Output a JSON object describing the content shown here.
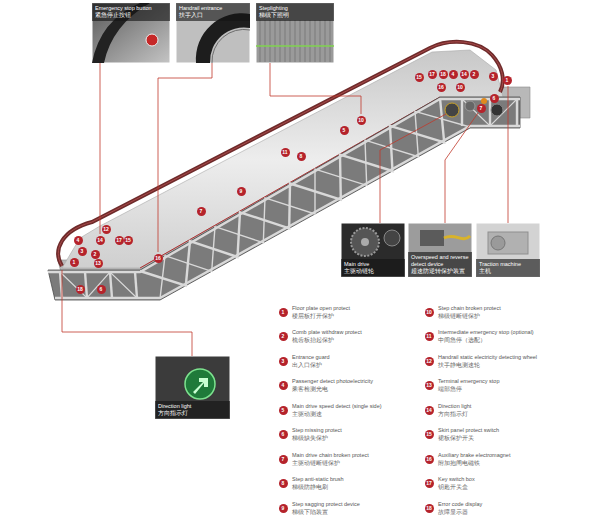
{
  "diagram": {
    "nodes": [
      {
        "text": [
          "Emergency stop button",
          "紧急停止按钮"
        ]
      },
      {
        "text": [
          "Handrail entrance",
          "扶手入口"
        ]
      },
      {
        "text": [
          "Steplighting",
          "梯级下照明"
        ]
      },
      {
        "text": [
          "Main drive",
          "主驱动链轮"
        ]
      },
      {
        "text": [
          "Overspeed and reverse detect device",
          "超速防逆转保护装置"
        ]
      },
      {
        "text": [
          "Traction machine",
          "主机"
        ]
      },
      {
        "text": [
          "Direction light",
          "方向指示灯"
        ]
      }
    ],
    "labels": [
      "1",
      "3",
      "2",
      "4",
      "14",
      "12",
      "17",
      "15",
      "13",
      "18",
      "6",
      "16",
      "7",
      "9",
      "11",
      "8",
      "5",
      "10",
      "15",
      "17",
      "18",
      "4",
      "14",
      "2",
      "3",
      "1",
      "16",
      "10",
      "6",
      "7",
      "1",
      "Floor plate open protect",
      "楼层板打开保护",
      "2",
      "Comb plate withdraw protect",
      "梳齿板抬起保护",
      "3",
      "Entrance guard",
      "出入口保护",
      "4",
      "Passenger detect photoelectricity",
      "乘客检测光电",
      "5",
      "Main drive speed detect (single side)",
      "主驱动测速",
      "6",
      "Step missing protect",
      "梯级缺失保护",
      "7",
      "Main drive chain broken protect",
      "主驱动链断链保护",
      "8",
      "Step anti-static brush",
      "梯级防静电刷",
      "9",
      "Step sagging protect device",
      "梯级下陷装置",
      "10",
      "Step chain broken protect",
      "梯级链断链保护",
      "11",
      "Intermediate emergency stop (optional)",
      "中间急停（选配）",
      "12",
      "Handrail static electricity detecting wheel",
      "扶手静电测速轮",
      "13",
      "Terminal emergency stop",
      "端部急停",
      "14",
      "Direction light",
      "方向指示灯",
      "15",
      "Skirt panel protect switch",
      "裙板保护开关",
      "16",
      "Auxiliary brake electromagnet",
      "附加抱闸电磁铁",
      "17",
      "Key switch box",
      "钥匙开关盒",
      "18",
      "Error code display",
      "故障显示器"
    ]
  }
}
